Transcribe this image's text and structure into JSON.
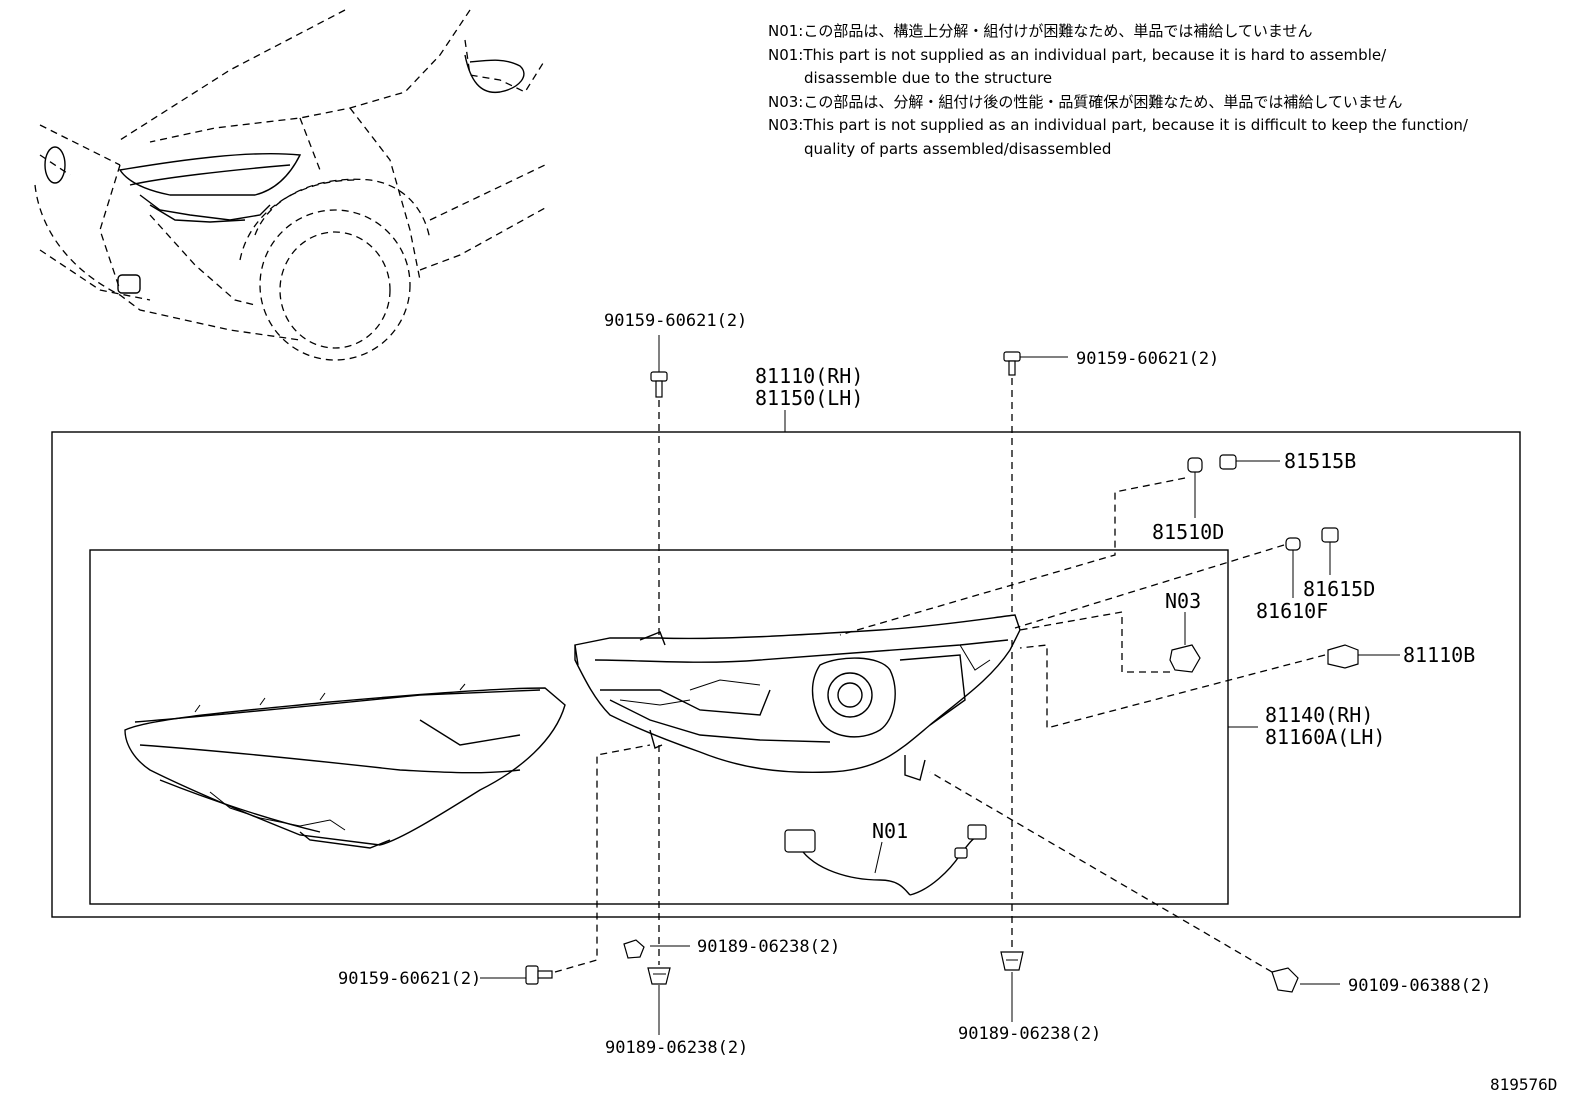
{
  "notes": [
    {
      "text": "N01:この部品は、構造上分解・組付けが困難なため、単品では補給していません",
      "indent": false
    },
    {
      "text": "N01:This part is not supplied as an individual part, because it is hard to assemble/",
      "indent": false
    },
    {
      "text": "disassemble due to the structure",
      "indent": true
    },
    {
      "text": "N03:この部品は、分解・組付け後の性能・品質確保が困難なため、単品では補給していません",
      "indent": false
    },
    {
      "text": "N03:This part is not supplied as an individual part, because it is difficult to keep the function/",
      "indent": false
    },
    {
      "text": "quality of parts assembled/disassembled",
      "indent": true
    }
  ],
  "callouts": {
    "bolt_top_left": "90159-60621(2)",
    "bolt_top_right": "90159-60621(2)",
    "headlamp_rh": "81110(RH)",
    "headlamp_lh": "81150(LH)",
    "socket_81515b": "81515B",
    "bulb_81510d": "81510D",
    "socket_81615d": "81615D",
    "bulb_81610f": "81610F",
    "n03": "N03",
    "bulb_81110b": "81110B",
    "housing_rh": "81140(RH)",
    "housing_lh": "81160A(LH)",
    "n01": "N01",
    "clip_upper": "90189-06238(2)",
    "bolt_bottom_left": "90159-60621(2)",
    "clip_bottom_left": "90189-06238(2)",
    "clip_bottom_center": "90189-06238(2)",
    "screw_bottom_right": "90109-06388(2)"
  },
  "diagram_id": "819576D"
}
